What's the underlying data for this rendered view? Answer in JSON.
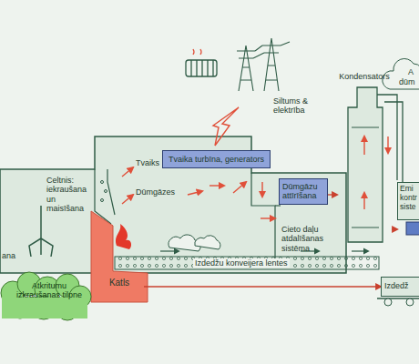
{
  "diagram": {
    "nodes": [
      {
        "text": [
          "Atkritumu izkraušanas tilpne"
        ]
      },
      {
        "text": [
          "Celtnis: iekraušana un maisīšana"
        ]
      },
      {
        "text": [
          "Katls"
        ]
      },
      {
        "text": [
          "Tvaika turbīna, generators"
        ]
      },
      {
        "text": [
          "Dūmgāzu attīrīšana"
        ]
      },
      {
        "text": [
          "Cieto daļu atdalīšanas sistēma"
        ]
      },
      {
        "text": [
          "Kondensators"
        ]
      },
      {
        "text": [
          "Emi kontr siste"
        ]
      },
      {
        "text": [
          "Izdedž"
        ]
      }
    ],
    "edges": [
      {
        "from": 4,
        "to": 6,
        "arrow": "to"
      },
      {
        "from": 6,
        "to": 7,
        "arrow": "to"
      },
      {
        "from": 2,
        "to": 8,
        "arrow": "to"
      }
    ],
    "labels": [
      "ana",
      "Tvaiks",
      "Dūmgāzes",
      "Siltums & elektrība",
      "Izdedžu konveijera lentes",
      "A",
      "dūm"
    ]
  }
}
